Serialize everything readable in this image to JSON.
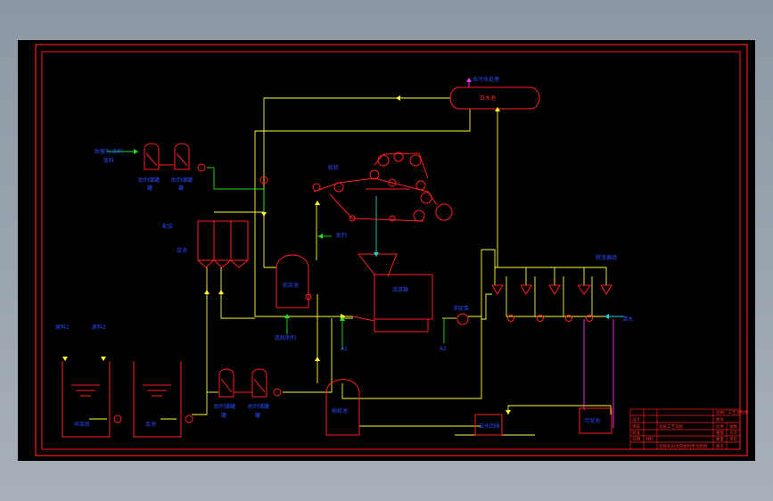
{
  "colors": {
    "background": "#000000",
    "frame": "#ff1a1a",
    "equipment": "#ff2020",
    "pipe_main": "#ffff33",
    "pipe_chem": "#22dd22",
    "pipe_water": "#22cccc",
    "pipe_white": "#ff33ff",
    "label": "#2d4bff"
  },
  "labels": {
    "steam_top": "去污水处理",
    "white_water_chest": "白水池",
    "paper_machine": "纸机",
    "chem_add_1": "助留剂 助剂",
    "chem_add_1b": "浆料",
    "chem_tank_1a": "助剂储罐",
    "chem_tank_1b": "罐",
    "chem_tank_1c": "助剂储罐",
    "chem_tank_1d": "罐",
    "pulp_chest_label": "配浆",
    "pulp_chest_side": "浆池",
    "machine_chest": "机浆池",
    "chem_feed_mid": "助剂",
    "chem_feed_low": "造纸助剂",
    "headbox": "流浆箱",
    "fan_pump": "冲浆泵",
    "screen_label": "除渣器组",
    "fresh_water": "清水",
    "label_a1": "A1",
    "label_a2": "A2",
    "raw_1": "原料1",
    "raw_2": "原料2",
    "tank_left_1": "碎浆机",
    "tank_left_2": "浆池",
    "chem_tank_2a": "助剂储罐",
    "chem_tank_2b": "罐",
    "chem_tank_2c": "助剂储罐",
    "chem_tank_2d": "罐",
    "broke_chest": "损纸池",
    "save_all": "白水回收",
    "sludge_tank": "污泥池"
  },
  "title_block": {
    "company": "造纸厂工艺流程图",
    "drawing_no": "图号",
    "drafter": "设计",
    "checker": "审核",
    "approver": "批准",
    "title": "造纸工艺流程",
    "subtitle": "造纸机白水回收利用流程图",
    "scale": "比例",
    "sheet": "张数",
    "date": "日期",
    "material": "材料",
    "weight": "重量",
    "page": "页次",
    "qty": "数量",
    "unit": "单位",
    "rev": "版次"
  }
}
